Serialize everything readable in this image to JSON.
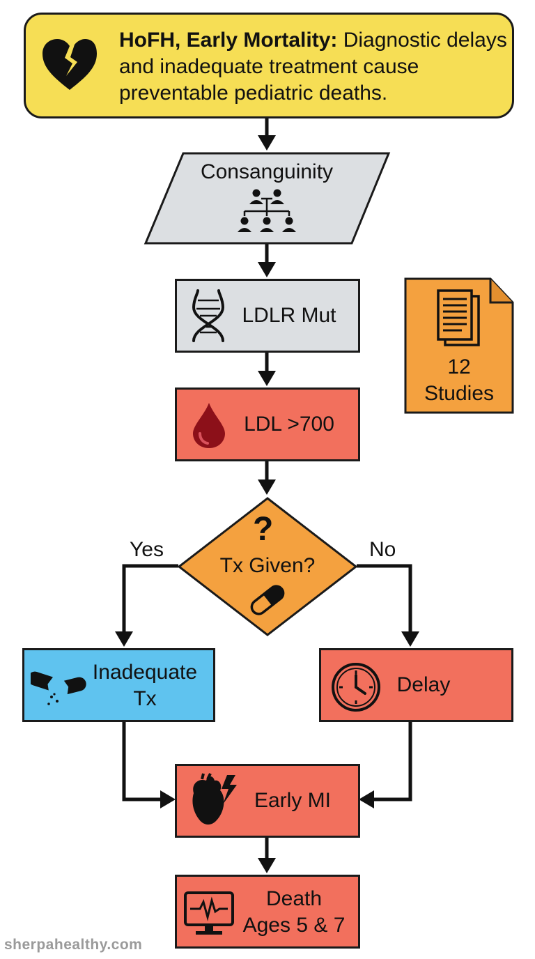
{
  "banner": {
    "title_bold": "HoFH, Early Mortality:",
    "title_rest": " Diagnostic delays and inadequate treatment cause preventable pediatric deaths.",
    "icon": "broken-heart-icon"
  },
  "nodes": {
    "consanguinity": {
      "label": "Consanguinity",
      "icon": "family-tree-icon",
      "shape": "parallelogram",
      "color": "#dcdfe2"
    },
    "ldlr": {
      "label": "LDLR Mut",
      "icon": "dna-icon",
      "shape": "rectangle",
      "color": "#dcdfe2"
    },
    "ldl": {
      "label": "LDL >700",
      "icon": "blood-drop-icon",
      "shape": "rectangle",
      "color": "#f2705d"
    },
    "decision": {
      "label": "Tx Given?",
      "icon": "pill-icon",
      "shape": "diamond",
      "color": "#f4a13f"
    },
    "inadequate": {
      "label_line1": "Inadequate",
      "label_line2": "Tx",
      "icon": "broken-pill-icon",
      "shape": "rectangle",
      "color": "#5fc3ef"
    },
    "delay": {
      "label": "Delay",
      "icon": "clock-icon",
      "shape": "rectangle",
      "color": "#f2705d"
    },
    "early_mi": {
      "label": "Early MI",
      "icon": "heart-attack-icon",
      "shape": "rectangle",
      "color": "#f2705d"
    },
    "death": {
      "label_line1": "Death",
      "label_line2": "Ages 5 & 7",
      "icon": "monitor-ecg-icon",
      "shape": "rectangle",
      "color": "#f2705d"
    }
  },
  "studies": {
    "count": "12",
    "label": "Studies",
    "icon": "document-icon",
    "color": "#f4a13f"
  },
  "branches": {
    "yes": "Yes",
    "no": "No"
  },
  "edges": [
    {
      "from": "banner",
      "to": "consanguinity"
    },
    {
      "from": "consanguinity",
      "to": "ldlr"
    },
    {
      "from": "ldlr",
      "to": "ldl"
    },
    {
      "from": "ldl",
      "to": "decision"
    },
    {
      "from": "decision",
      "to": "inadequate",
      "label": "Yes"
    },
    {
      "from": "decision",
      "to": "delay",
      "label": "No"
    },
    {
      "from": "inadequate",
      "to": "early_mi"
    },
    {
      "from": "delay",
      "to": "early_mi"
    },
    {
      "from": "early_mi",
      "to": "death"
    }
  ],
  "watermark": "sherpahealthy.com"
}
